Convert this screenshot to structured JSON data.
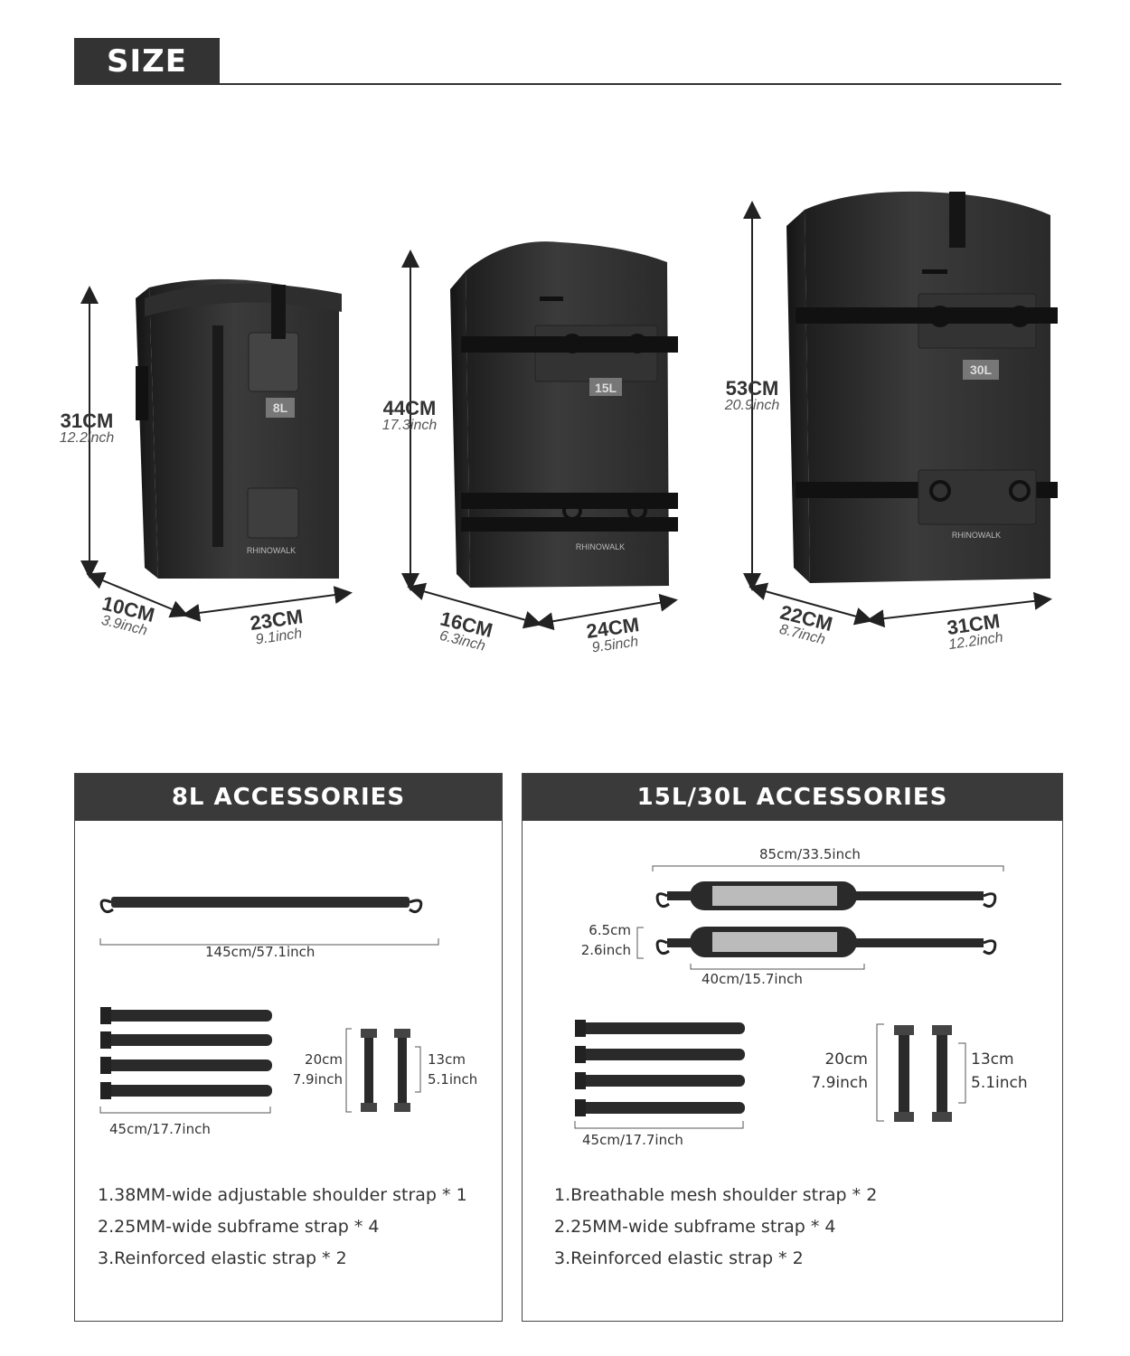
{
  "header": {
    "title": "SIZE"
  },
  "bags": [
    {
      "capacity_label": "8L",
      "brand": "RHINOWALK",
      "height_cm": "31CM",
      "height_in": "12.2inch",
      "depth_cm": "10CM",
      "depth_in": "3.9inch",
      "width_cm": "23CM",
      "width_in": "9.1inch"
    },
    {
      "capacity_label": "15L",
      "brand": "RHINOWALK",
      "height_cm": "44CM",
      "height_in": "17.3inch",
      "depth_cm": "16CM",
      "depth_in": "6.3inch",
      "width_cm": "24CM",
      "width_in": "9.5inch"
    },
    {
      "capacity_label": "30L",
      "brand": "RHINOWALK",
      "height_cm": "53CM",
      "height_in": "20.9inch",
      "depth_cm": "22CM",
      "depth_in": "8.7inch",
      "width_cm": "31CM",
      "width_in": "12.2inch"
    }
  ],
  "accessories": {
    "left": {
      "title": "8L ACCESSORIES",
      "shoulder_strap_length": "145cm/57.1inch",
      "subframe_length": "45cm/17.7inch",
      "elastic_long_cm": "20cm",
      "elastic_long_in": "7.9inch",
      "elastic_short_cm": "13cm",
      "elastic_short_in": "5.1inch",
      "items": [
        "1.38MM-wide adjustable shoulder strap * 1",
        "2.25MM-wide subframe strap * 4",
        "3.Reinforced elastic strap * 2"
      ]
    },
    "right": {
      "title": "15L/30L ACCESSORIES",
      "shoulder_strap_length": "85cm/33.5inch",
      "pad_width_cm": "6.5cm",
      "pad_width_in": "2.6inch",
      "pad_length": "40cm/15.7inch",
      "subframe_length": "45cm/17.7inch",
      "elastic_long_cm": "20cm",
      "elastic_long_in": "7.9inch",
      "elastic_short_cm": "13cm",
      "elastic_short_in": "5.1inch",
      "items": [
        "1.Breathable mesh shoulder strap * 2",
        "2.25MM-wide subframe strap * 4",
        "3.Reinforced elastic strap * 2"
      ]
    }
  }
}
